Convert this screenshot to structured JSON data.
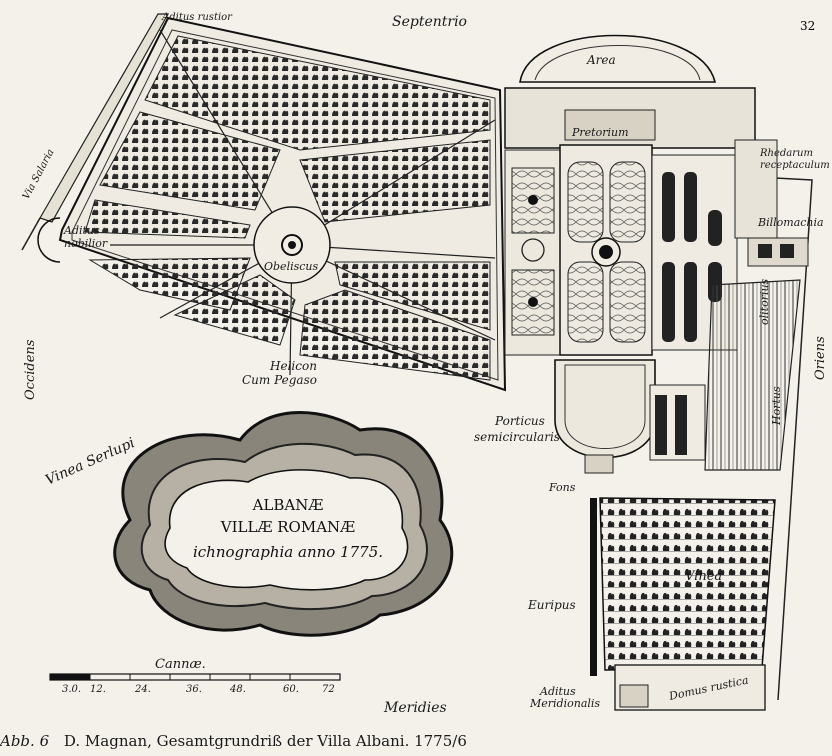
{
  "page_number": "32",
  "compass": {
    "north": "Septentrio",
    "south": "Meridies",
    "west": "Occidens",
    "east": "Oriens"
  },
  "labels": {
    "aditus_rustior": "Aditus rustior",
    "via_salaria": "Via Salaria",
    "aditus_nobilior_1": "Aditus",
    "aditus_nobilior_2": "nobilior",
    "obeliscus": "Obeliscus",
    "helicon_1": "Helicon",
    "helicon_2": "Cum Pegaso",
    "area": "Area",
    "pretorium": "Pretorium",
    "rhedarum_1": "Rhedarum",
    "rhedarum_2": "receptaculum",
    "billomachia": "Billomachia",
    "hortus": "Hortus",
    "olitorius": "olitorius",
    "porticus_1": "Porticus",
    "porticus_2": "semicircularis",
    "fons": "Fons",
    "euripus": "Euripus",
    "vinea": "Vinea",
    "aditus_merid_1": "Aditus",
    "aditus_merid_2": "Meridionalis",
    "domus_rustica": "Domus rustica",
    "vinea_serlupi": "Vinea Serlupi"
  },
  "cartouche": {
    "line1": "ALBANÆ",
    "line2": "VILLÆ ROMANÆ",
    "line3": "ichnographia anno 1775."
  },
  "scale": {
    "title": "Cannæ.",
    "ticks": [
      "3.0.",
      "12.",
      "24.",
      "36.",
      "48.",
      "60.",
      "72"
    ]
  },
  "caption": {
    "figure": "Abb. 6",
    "text": "D. Magnan, Gesamtgrundriß der Villa Albani. 1775/6"
  }
}
